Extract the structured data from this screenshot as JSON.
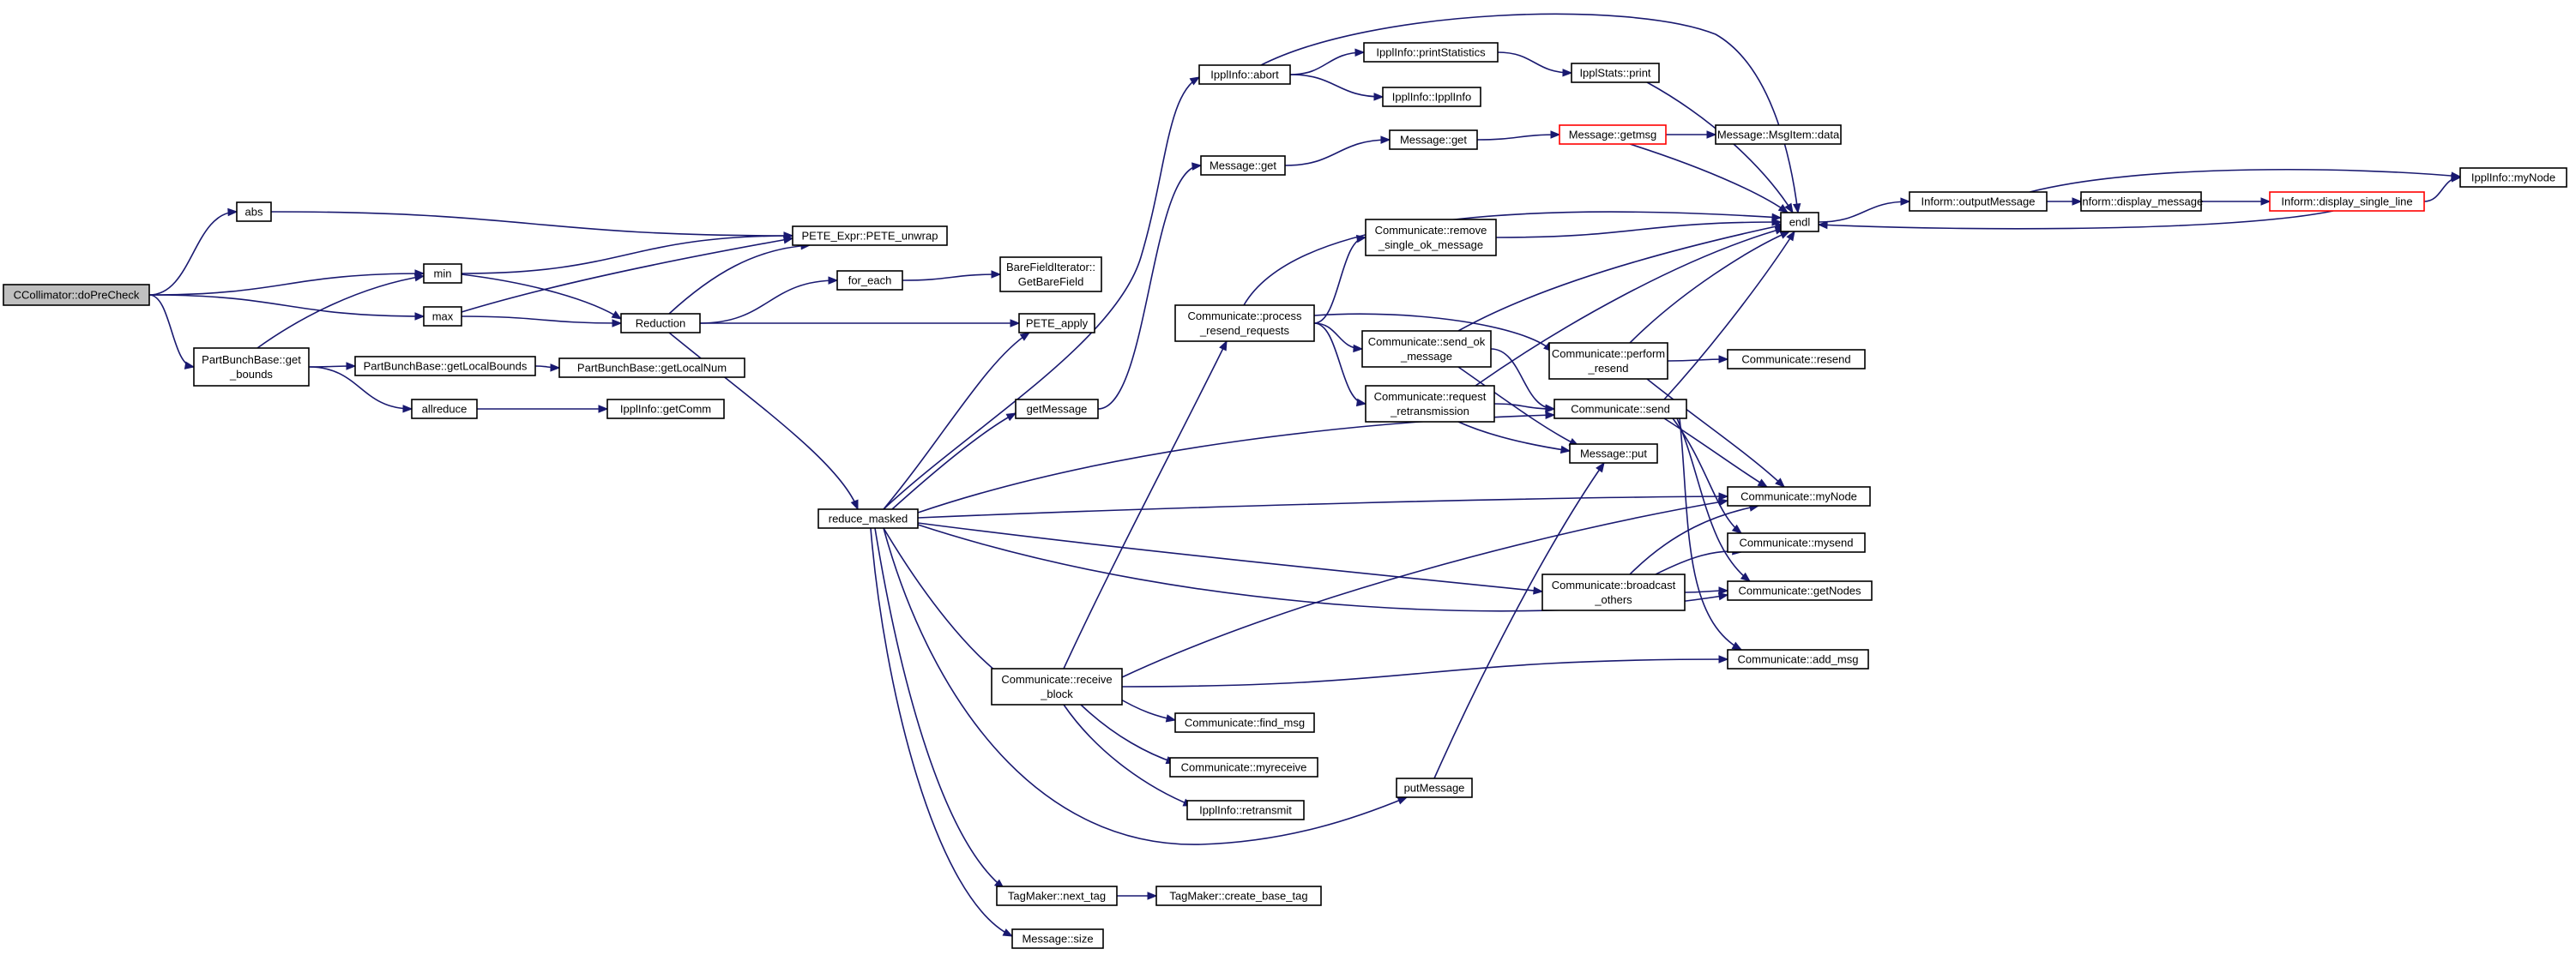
{
  "graph": {
    "root": "CCollimator::doPreCheck",
    "colors": {
      "edge": "#191970",
      "node_border": "#000000",
      "root_fill": "#bfbfbf",
      "truncated_border": "#ff0000",
      "background": "#ffffff"
    },
    "nodes": [
      {
        "id": "root",
        "lines": [
          "CCollimator::doPreCheck"
        ],
        "root": true
      },
      {
        "id": "abs",
        "lines": [
          "abs"
        ]
      },
      {
        "id": "min",
        "lines": [
          "min"
        ]
      },
      {
        "id": "max",
        "lines": [
          "max"
        ]
      },
      {
        "id": "pbget",
        "lines": [
          "PartBunchBase::get",
          "_bounds"
        ]
      },
      {
        "id": "pete_unwrap",
        "lines": [
          "PETE_Expr::PETE_unwrap"
        ]
      },
      {
        "id": "reduction",
        "lines": [
          "Reduction"
        ]
      },
      {
        "id": "pbglb",
        "lines": [
          "PartBunchBase::getLocalBounds"
        ]
      },
      {
        "id": "pbgln",
        "lines": [
          "PartBunchBase::getLocalNum"
        ]
      },
      {
        "id": "allreduce",
        "lines": [
          "allreduce"
        ]
      },
      {
        "id": "ippl_getcomm",
        "lines": [
          "IpplInfo::getComm"
        ]
      },
      {
        "id": "for_each",
        "lines": [
          "for_each"
        ]
      },
      {
        "id": "bfi",
        "lines": [
          "BareFieldIterator::",
          "GetBareField"
        ]
      },
      {
        "id": "pete_apply",
        "lines": [
          "PETE_apply"
        ]
      },
      {
        "id": "reduce_masked",
        "lines": [
          "reduce_masked"
        ]
      },
      {
        "id": "ippl_abort",
        "lines": [
          "IpplInfo::abort"
        ]
      },
      {
        "id": "ippl_printstats",
        "lines": [
          "IpplInfo::printStatistics"
        ]
      },
      {
        "id": "ippl_ctor",
        "lines": [
          "IpplInfo::IpplInfo"
        ]
      },
      {
        "id": "ipplstats_print",
        "lines": [
          "IpplStats::print"
        ]
      },
      {
        "id": "msg_get1",
        "lines": [
          "Message::get"
        ]
      },
      {
        "id": "msg_get2",
        "lines": [
          "Message::get"
        ]
      },
      {
        "id": "msg_getmsg",
        "lines": [
          "Message::getmsg"
        ],
        "truncated": true
      },
      {
        "id": "msgitem_data",
        "lines": [
          "Message::MsgItem::data"
        ]
      },
      {
        "id": "endl",
        "lines": [
          "endl"
        ]
      },
      {
        "id": "inform_output",
        "lines": [
          "Inform::outputMessage"
        ]
      },
      {
        "id": "inform_display",
        "lines": [
          "Inform::display_message"
        ]
      },
      {
        "id": "inform_single",
        "lines": [
          "Inform::display_single_line"
        ],
        "truncated": true
      },
      {
        "id": "ippl_mynode",
        "lines": [
          "IpplInfo::myNode"
        ]
      },
      {
        "id": "comm_remove",
        "lines": [
          "Communicate::remove",
          "_single_ok_message"
        ]
      },
      {
        "id": "comm_process",
        "lines": [
          "Communicate::process",
          "_resend_requests"
        ]
      },
      {
        "id": "comm_sendok",
        "lines": [
          "Communicate::send_ok",
          "_message"
        ]
      },
      {
        "id": "comm_perform",
        "lines": [
          "Communicate::perform",
          "_resend"
        ]
      },
      {
        "id": "comm_resend",
        "lines": [
          "Communicate::resend"
        ]
      },
      {
        "id": "comm_request",
        "lines": [
          "Communicate::request",
          "_retransmission"
        ]
      },
      {
        "id": "comm_send",
        "lines": [
          "Communicate::send"
        ]
      },
      {
        "id": "getmessage",
        "lines": [
          "getMessage"
        ]
      },
      {
        "id": "msg_put",
        "lines": [
          "Message::put"
        ]
      },
      {
        "id": "comm_mynode",
        "lines": [
          "Communicate::myNode"
        ]
      },
      {
        "id": "comm_mysend",
        "lines": [
          "Communicate::mysend"
        ]
      },
      {
        "id": "comm_broadcast",
        "lines": [
          "Communicate::broadcast",
          "_others"
        ]
      },
      {
        "id": "comm_getnodes",
        "lines": [
          "Communicate::getNodes"
        ]
      },
      {
        "id": "comm_addmsg",
        "lines": [
          "Communicate::add_msg"
        ]
      },
      {
        "id": "comm_receive",
        "lines": [
          "Communicate::receive",
          "_block"
        ]
      },
      {
        "id": "comm_findmsg",
        "lines": [
          "Communicate::find_msg"
        ]
      },
      {
        "id": "comm_myreceive",
        "lines": [
          "Communicate::myreceive"
        ]
      },
      {
        "id": "ippl_retransmit",
        "lines": [
          "IpplInfo::retransmit"
        ]
      },
      {
        "id": "putmessage",
        "lines": [
          "putMessage"
        ]
      },
      {
        "id": "tag_next",
        "lines": [
          "TagMaker::next_tag"
        ]
      },
      {
        "id": "tag_create",
        "lines": [
          "TagMaker::create_base_tag"
        ]
      },
      {
        "id": "msg_size",
        "lines": [
          "Message::size"
        ]
      }
    ],
    "edges": [
      [
        "root",
        "abs"
      ],
      [
        "root",
        "min"
      ],
      [
        "root",
        "max"
      ],
      [
        "root",
        "pbget"
      ],
      [
        "abs",
        "pete_unwrap"
      ],
      [
        "min",
        "pete_unwrap"
      ],
      [
        "min",
        "reduction"
      ],
      [
        "max",
        "pete_unwrap"
      ],
      [
        "max",
        "reduction"
      ],
      [
        "pbget",
        "min"
      ],
      [
        "pbget",
        "pbglb"
      ],
      [
        "pbget",
        "allreduce"
      ],
      [
        "pbglb",
        "pbgln"
      ],
      [
        "allreduce",
        "ippl_getcomm"
      ],
      [
        "reduction",
        "pete_unwrap"
      ],
      [
        "reduction",
        "for_each"
      ],
      [
        "reduction",
        "pete_apply"
      ],
      [
        "reduction",
        "reduce_masked"
      ],
      [
        "for_each",
        "bfi"
      ],
      [
        "reduce_masked",
        "ippl_abort"
      ],
      [
        "reduce_masked",
        "pete_apply"
      ],
      [
        "reduce_masked",
        "getmessage"
      ],
      [
        "reduce_masked",
        "comm_send"
      ],
      [
        "reduce_masked",
        "comm_mynode"
      ],
      [
        "reduce_masked",
        "comm_broadcast"
      ],
      [
        "reduce_masked",
        "comm_getnodes"
      ],
      [
        "reduce_masked",
        "comm_receive"
      ],
      [
        "reduce_masked",
        "putmessage"
      ],
      [
        "reduce_masked",
        "tag_next"
      ],
      [
        "reduce_masked",
        "msg_size"
      ],
      [
        "ippl_abort",
        "endl"
      ],
      [
        "ippl_abort",
        "ippl_printstats"
      ],
      [
        "ippl_abort",
        "ippl_ctor"
      ],
      [
        "ippl_printstats",
        "ipplstats_print"
      ],
      [
        "ipplstats_print",
        "endl"
      ],
      [
        "getmessage",
        "msg_get2"
      ],
      [
        "msg_get2",
        "msg_get1"
      ],
      [
        "msg_get1",
        "msg_getmsg"
      ],
      [
        "msg_getmsg",
        "msgitem_data"
      ],
      [
        "msg_getmsg",
        "endl"
      ],
      [
        "endl",
        "inform_output"
      ],
      [
        "inform_output",
        "inform_display"
      ],
      [
        "inform_output",
        "ippl_mynode"
      ],
      [
        "inform_display",
        "inform_single"
      ],
      [
        "inform_single",
        "ippl_mynode"
      ],
      [
        "inform_single",
        "endl"
      ],
      [
        "comm_process",
        "endl"
      ],
      [
        "comm_process",
        "comm_remove"
      ],
      [
        "comm_process",
        "comm_sendok"
      ],
      [
        "comm_process",
        "comm_perform"
      ],
      [
        "comm_process",
        "comm_request"
      ],
      [
        "comm_remove",
        "endl"
      ],
      [
        "comm_sendok",
        "endl"
      ],
      [
        "comm_sendok",
        "comm_send"
      ],
      [
        "comm_sendok",
        "msg_put"
      ],
      [
        "comm_perform",
        "endl"
      ],
      [
        "comm_perform",
        "comm_resend"
      ],
      [
        "comm_perform",
        "comm_mynode"
      ],
      [
        "comm_request",
        "endl"
      ],
      [
        "comm_request",
        "comm_send"
      ],
      [
        "comm_request",
        "msg_put"
      ],
      [
        "comm_send",
        "endl"
      ],
      [
        "comm_send",
        "comm_mynode"
      ],
      [
        "comm_send",
        "comm_mysend"
      ],
      [
        "comm_send",
        "comm_getnodes"
      ],
      [
        "comm_send",
        "comm_addmsg"
      ],
      [
        "comm_broadcast",
        "comm_mynode"
      ],
      [
        "comm_broadcast",
        "comm_mysend"
      ],
      [
        "comm_broadcast",
        "comm_getnodes"
      ],
      [
        "comm_receive",
        "comm_process"
      ],
      [
        "comm_receive",
        "comm_mynode"
      ],
      [
        "comm_receive",
        "comm_addmsg"
      ],
      [
        "comm_receive",
        "comm_findmsg"
      ],
      [
        "comm_receive",
        "comm_myreceive"
      ],
      [
        "comm_receive",
        "ippl_retransmit"
      ],
      [
        "putmessage",
        "msg_put"
      ],
      [
        "tag_next",
        "tag_create"
      ]
    ]
  }
}
